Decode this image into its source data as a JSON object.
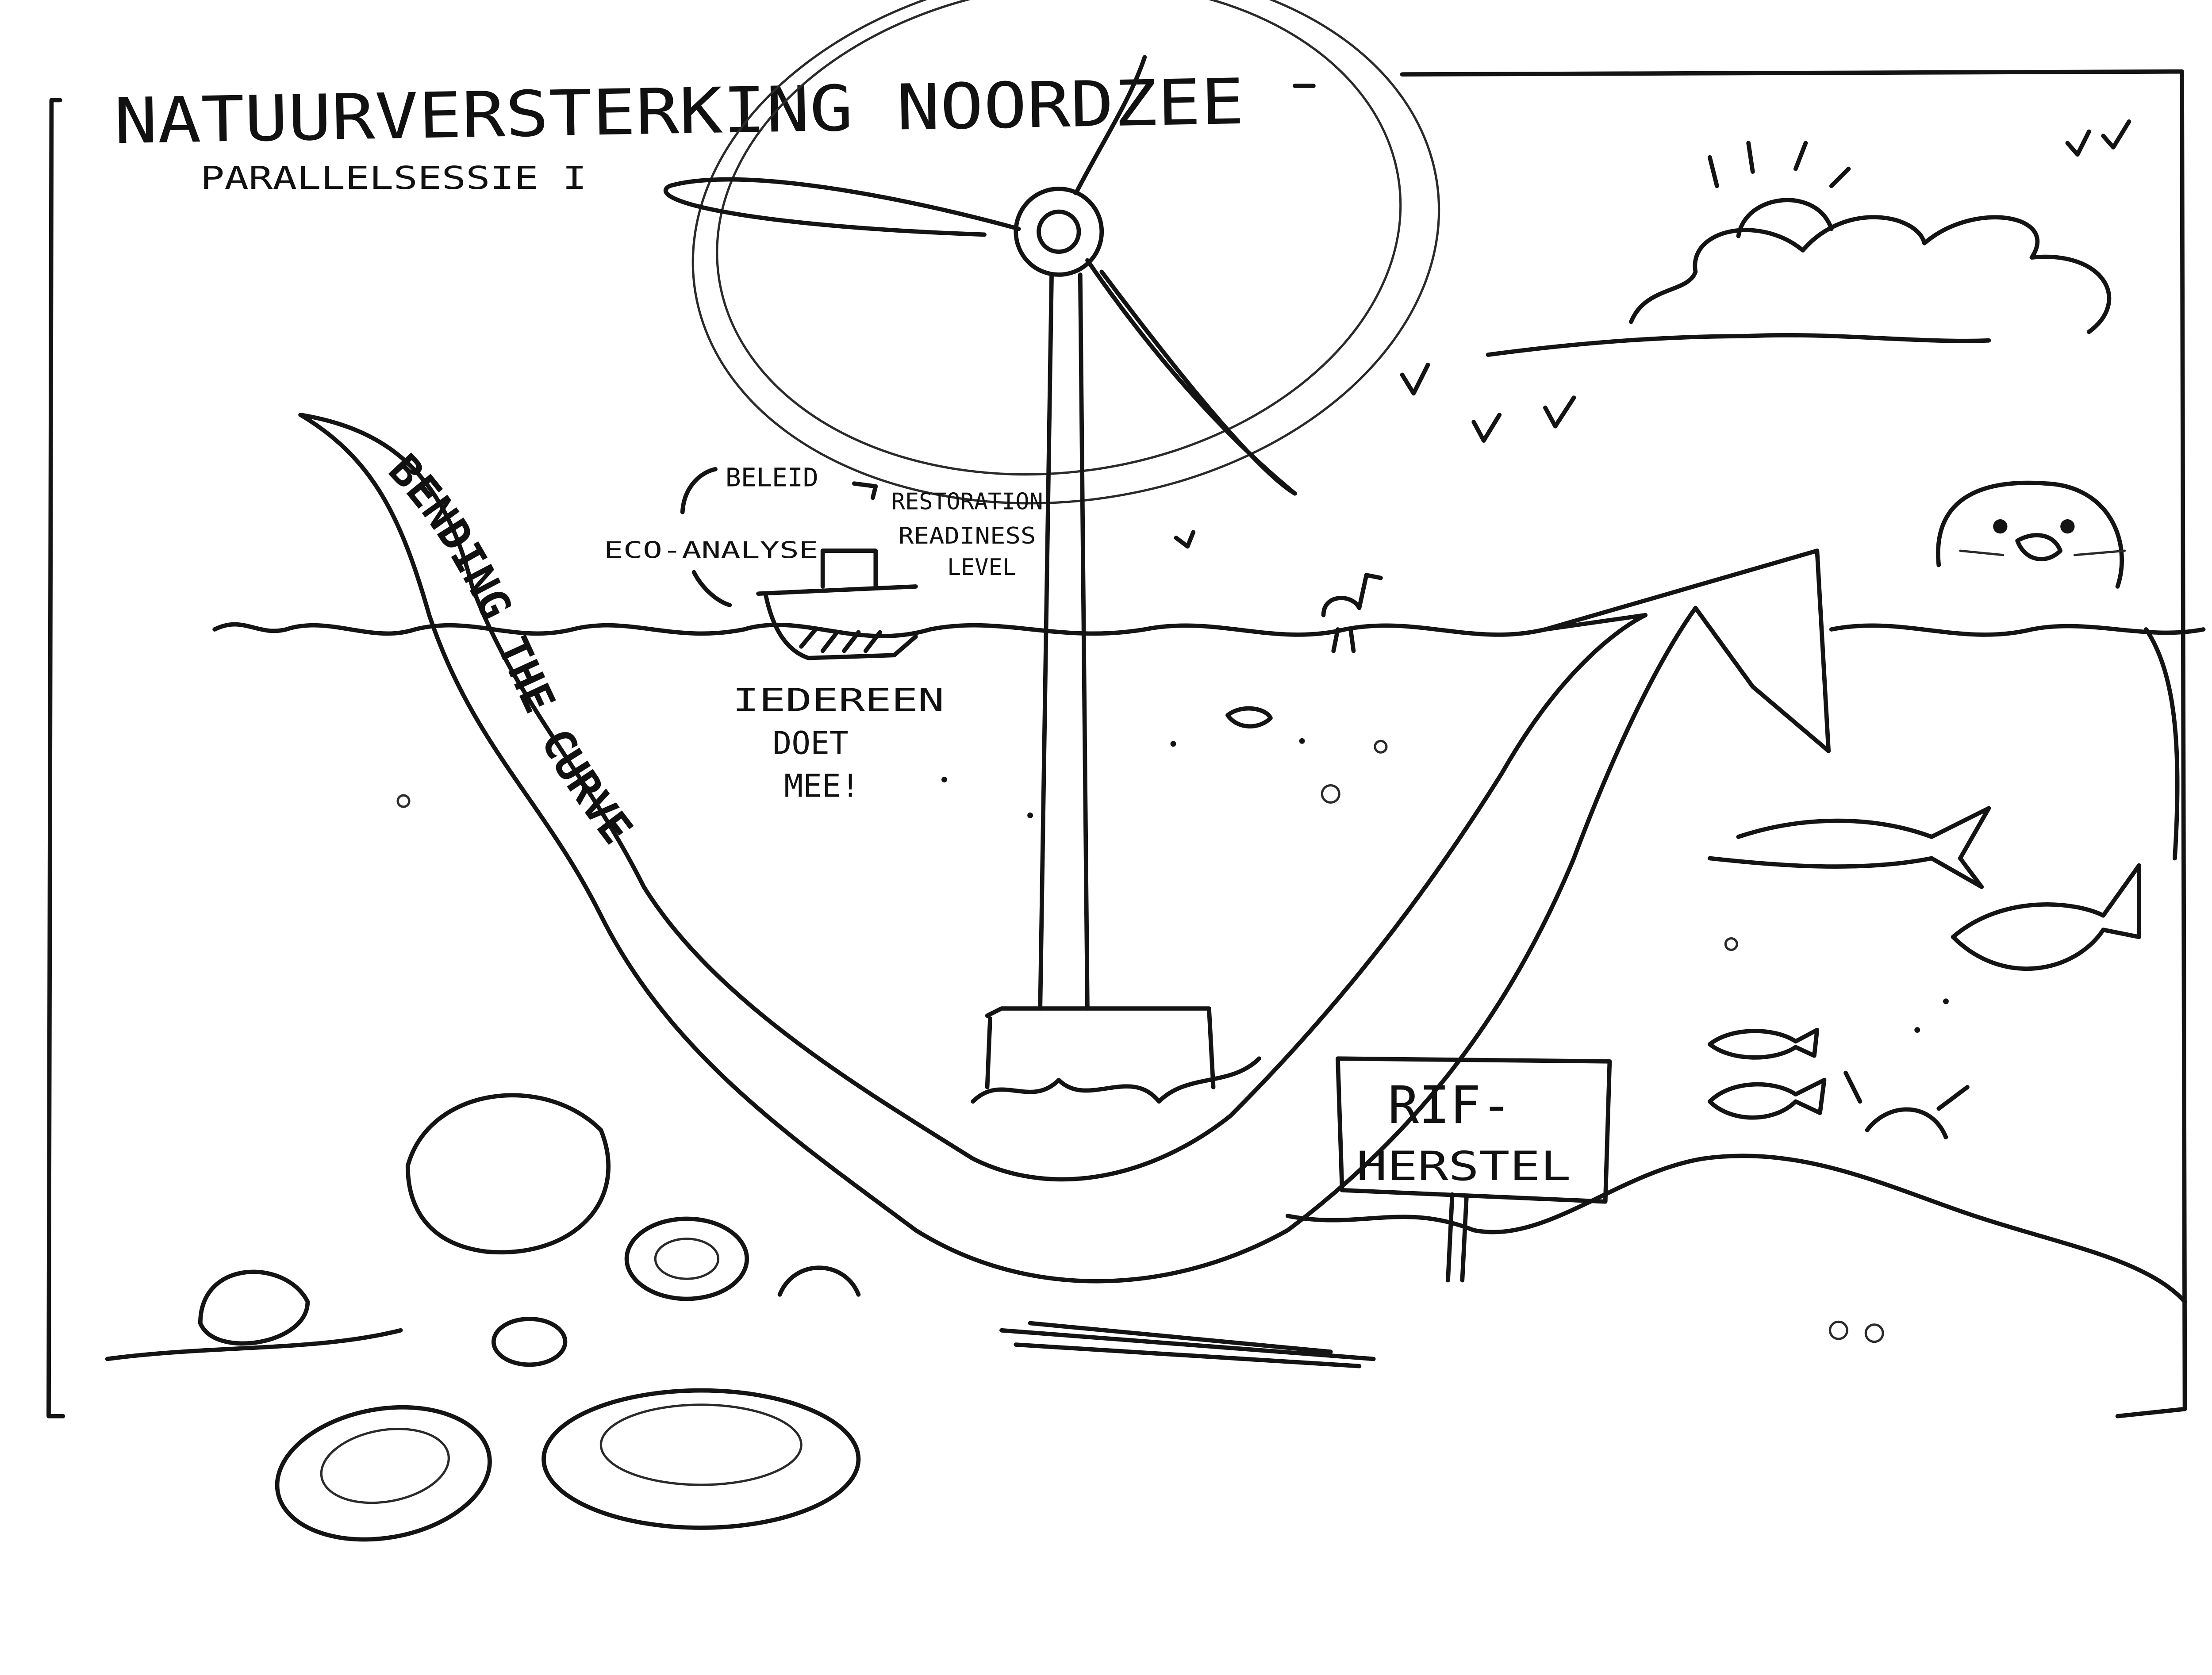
{
  "title": "NATUURVERSTERKING NOORDZEE",
  "subtitle": "PARALLELSESSIE I",
  "labels": {
    "beleid": "BELEID",
    "restoration": "RESTORATION",
    "readiness": "READINESS",
    "level": "LEVEL",
    "eco_analyse": "ECO-ANALYSE",
    "iedereen": "IEDEREEN",
    "doet": "DOET",
    "mee": "MEE!",
    "curve": "BENDING THE CURVE"
  },
  "sign": {
    "line1": "RIF-",
    "line2": "HERSTEL"
  },
  "colors": {
    "ink": "#141414",
    "paper": "#ffffff"
  }
}
